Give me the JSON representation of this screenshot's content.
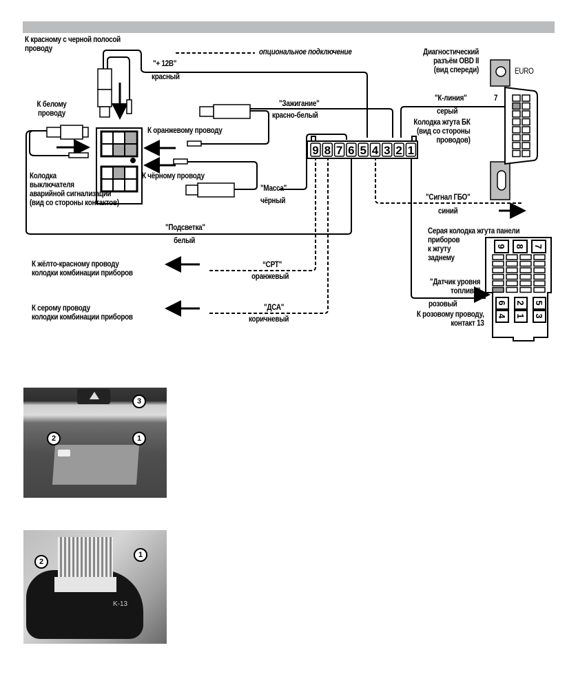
{
  "labels": {
    "red_black_wire": [
      "К красному с черной полосой",
      "проводу"
    ],
    "optional_connection": "опциональное подключение",
    "plus12v": "\"+ 12В\"",
    "plus12v_color": "красный",
    "obd_title": [
      "Диагностический",
      "разъём OBD II",
      "(вид спереди)"
    ],
    "obd_euro": "EURO",
    "obd_pin7": "7",
    "k_line": "\"К-линия\"",
    "k_line_color": "серый",
    "bk_harness": [
      "Колодка жгута БК",
      "(вид со стороны",
      "проводов)"
    ],
    "white_wire": [
      "К белому",
      "проводу"
    ],
    "ignition": "\"Зажигание\"",
    "ignition_color": "красно-белый",
    "orange_wire": "К оранжевому проводу",
    "black_wire": "К чёрному проводу",
    "hazard_block": [
      "Колодка",
      "выключателя",
      "аварийной сигнализации",
      "(вид со стороны контактов)"
    ],
    "ground": "\"Масса\"",
    "ground_color": "чёрный",
    "gbo_signal": "\"Сигнал ГБО\"",
    "gbo_color": "синий",
    "backlight": "\"Подсветка\"",
    "backlight_color": "белый",
    "gray_block": [
      "Серая колодка жгута панели",
      "приборов",
      "к жгуту",
      "заднему"
    ],
    "fuel_sensor": [
      "\"Датчик уровня",
      "топлива\""
    ],
    "fuel_color": "розовый",
    "pink_wire": [
      "К розовому проводу,",
      "контакт 13"
    ],
    "yellow_red": [
      "К жёлто-красному проводу",
      "колодки комбинации приборов"
    ],
    "srt": "“СРТ\"",
    "srt_color": "оранжевый",
    "gray_wire": [
      "К  серому проводу",
      "колодки комбинации приборов"
    ],
    "dsa": "\"ДСА\"",
    "dsa_color": "коричневый"
  },
  "bk_connector_pins": [
    "9",
    "8",
    "7",
    "6",
    "5",
    "4",
    "3",
    "2",
    "1"
  ],
  "gray_connector_pins": {
    "top": [
      "9",
      "8",
      "7"
    ],
    "bottom": [
      "6",
      "4",
      "2",
      "1",
      "5",
      "3"
    ]
  },
  "photo1_callouts": [
    "1",
    "2",
    "3"
  ],
  "photo2_callouts": [
    "1",
    "2"
  ],
  "photo2_marking": "K-13"
}
